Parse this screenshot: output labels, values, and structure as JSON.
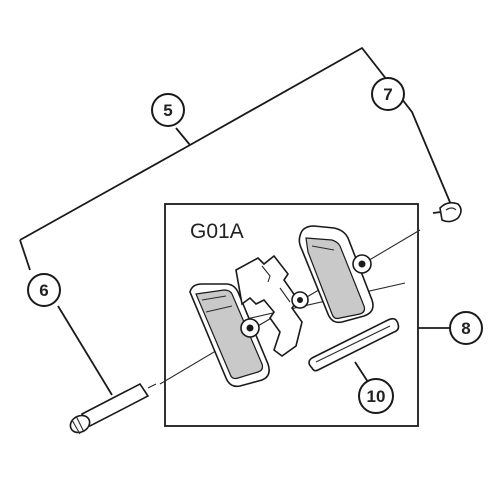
{
  "diagram": {
    "group_label": "G01A",
    "callouts": {
      "c5": "5",
      "c6": "6",
      "c7": "7",
      "c8": "8",
      "c10": "10"
    }
  }
}
